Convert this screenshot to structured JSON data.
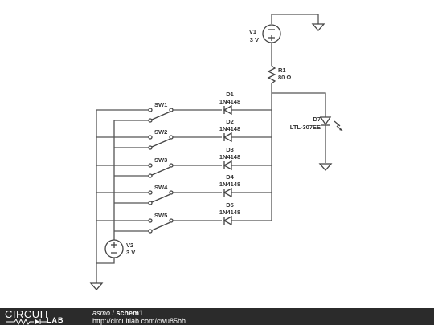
{
  "components": {
    "v1": {
      "ref": "V1",
      "value": "3 V"
    },
    "v2": {
      "ref": "V2",
      "value": "3 V"
    },
    "r1": {
      "ref": "R1",
      "value": "80 Ω"
    },
    "d7": {
      "ref": "D7",
      "value": "LTL-307EE"
    },
    "switches": [
      {
        "ref": "SW1"
      },
      {
        "ref": "SW2"
      },
      {
        "ref": "SW3"
      },
      {
        "ref": "SW4"
      },
      {
        "ref": "SW5"
      }
    ],
    "diodes": [
      {
        "ref": "D1",
        "value": "1N4148"
      },
      {
        "ref": "D2",
        "value": "1N4148"
      },
      {
        "ref": "D3",
        "value": "1N4148"
      },
      {
        "ref": "D4",
        "value": "1N4148"
      },
      {
        "ref": "D5",
        "value": "1N4148"
      }
    ]
  },
  "footer": {
    "logo_top": "CIRCUIT",
    "logo_bottom": "LAB",
    "user": "asmo",
    "separator": " / ",
    "project": "schem1",
    "url": "http://circuitlab.com/cwu85bh"
  }
}
